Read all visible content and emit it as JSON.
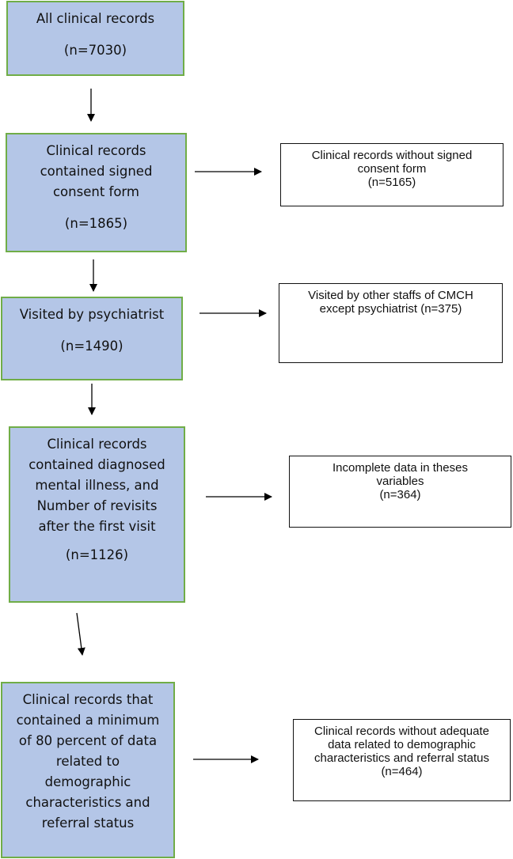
{
  "main_boxes": [
    {
      "lines": [
        "All clinical records"
      ],
      "count": "(n=7030)"
    },
    {
      "lines": [
        "Clinical records",
        "contained signed",
        "consent form"
      ],
      "count": "(n=1865)"
    },
    {
      "lines": [
        "Visited by psychiatrist"
      ],
      "count": "(n=1490)"
    },
    {
      "lines": [
        "Clinical records",
        "contained diagnosed",
        "mental illness, and",
        "Number of revisits",
        "after the first visit"
      ],
      "count": "(n=1126)"
    },
    {
      "lines": [
        "Clinical records that",
        "contained a minimum",
        "of 80 percent of data",
        "related to",
        "demographic",
        "characteristics and",
        "referral status"
      ]
    }
  ],
  "side_boxes": [
    {
      "lines": [
        "Clinical records without signed",
        "consent form",
        "(n=5165)"
      ]
    },
    {
      "lines": [
        "Visited by other staffs of CMCH",
        "except psychiatrist (n=375)"
      ]
    },
    {
      "lines": [
        "Incomplete data in theses",
        "variables",
        "(n=364)"
      ]
    },
    {
      "lines": [
        "Clinical records without adequate",
        "data related to demographic",
        "characteristics and referral status",
        "(n=464)"
      ]
    }
  ],
  "colors": {
    "main_fill": "#b4c6e7",
    "main_border": "#70ad47",
    "side_border": "#111111",
    "arrow": "#000000"
  }
}
